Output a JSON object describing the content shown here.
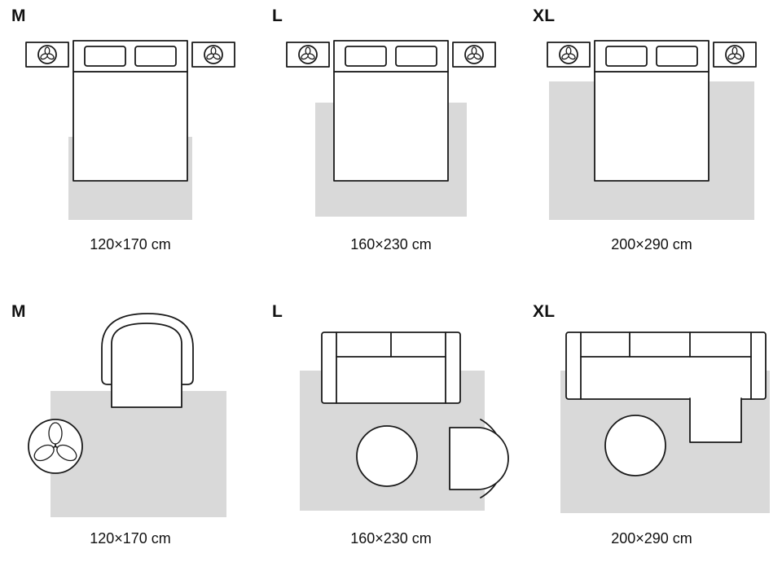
{
  "colors": {
    "rug": "#d9d9d9",
    "outline": "#1a1a1a",
    "background": "#ffffff",
    "text": "#111111"
  },
  "rows": [
    {
      "room": "bedroom",
      "panels": [
        {
          "label": "M",
          "size": "120×170 cm"
        },
        {
          "label": "L",
          "size": "160×230 cm"
        },
        {
          "label": "XL",
          "size": "200×290 cm"
        }
      ]
    },
    {
      "room": "living-room",
      "panels": [
        {
          "label": "M",
          "size": "120×170 cm"
        },
        {
          "label": "L",
          "size": "160×230 cm"
        },
        {
          "label": "XL",
          "size": "200×290 cm"
        }
      ]
    }
  ]
}
